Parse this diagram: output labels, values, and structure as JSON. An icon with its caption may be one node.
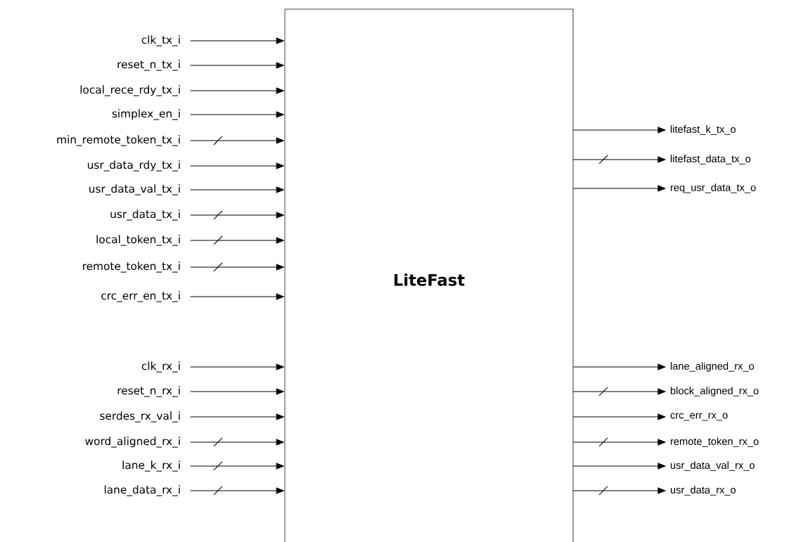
{
  "diagram": {
    "nodes": [
      {
        "text": [
          "LiteFast"
        ]
      },
      {
        "text": [
          "clk_tx_i"
        ]
      },
      {
        "text": [
          "reset_n_tx_i"
        ]
      },
      {
        "text": [
          "local_rece_rdy_tx_i"
        ]
      },
      {
        "text": [
          "simplex_en_i"
        ]
      },
      {
        "text": [
          "min_remote_token_tx_i"
        ]
      },
      {
        "text": [
          "usr_data_rdy_tx_i"
        ]
      },
      {
        "text": [
          "usr_data_val_tx_i"
        ]
      },
      {
        "text": [
          "usr_data_tx_i"
        ]
      },
      {
        "text": [
          "local_token_tx_i"
        ]
      },
      {
        "text": [
          "remote_token_tx_i"
        ]
      },
      {
        "text": [
          "crc_err_en_tx_i"
        ]
      },
      {
        "text": [
          "clk_rx_i"
        ]
      },
      {
        "text": [
          "reset_n_rx_i"
        ]
      },
      {
        "text": [
          "serdes_rx_val_i"
        ]
      },
      {
        "text": [
          "word_aligned_rx_i"
        ]
      },
      {
        "text": [
          "lane_k_rx_i"
        ]
      },
      {
        "text": [
          "lane_data_rx_i"
        ]
      },
      {
        "text": [
          "litefast_k_tx_o"
        ]
      },
      {
        "text": [
          "litefast_data_tx_o"
        ]
      },
      {
        "text": [
          "req_usr_data_tx_o"
        ]
      },
      {
        "text": [
          "lane_aligned_rx_o"
        ]
      },
      {
        "text": [
          "block_aligned_rx_o"
        ]
      },
      {
        "text": [
          "crc_err_rx_o"
        ]
      },
      {
        "text": [
          "remote_token_rx_o"
        ]
      },
      {
        "text": [
          "usr_data_val_rx_o"
        ]
      },
      {
        "text": [
          "usr_data_rx_o"
        ]
      }
    ],
    "edges": [
      {
        "from": 1,
        "to": 0,
        "arrow": "to"
      },
      {
        "from": 2,
        "to": 0,
        "arrow": "to"
      },
      {
        "from": 3,
        "to": 0,
        "arrow": "to"
      },
      {
        "from": 4,
        "to": 0,
        "arrow": "to"
      },
      {
        "from": 5,
        "to": 0,
        "arrow": "to"
      },
      {
        "from": 6,
        "to": 0,
        "arrow": "to"
      },
      {
        "from": 7,
        "to": 0,
        "arrow": "to"
      },
      {
        "from": 8,
        "to": 0,
        "arrow": "to"
      },
      {
        "from": 9,
        "to": 0,
        "arrow": "to"
      },
      {
        "from": 10,
        "to": 0,
        "arrow": "to"
      },
      {
        "from": 11,
        "to": 0,
        "arrow": "to"
      },
      {
        "from": 12,
        "to": 0,
        "arrow": "to"
      },
      {
        "from": 13,
        "to": 0,
        "arrow": "to"
      },
      {
        "from": 14,
        "to": 0,
        "arrow": "to"
      },
      {
        "from": 15,
        "to": 0,
        "arrow": "to"
      },
      {
        "from": 16,
        "to": 0,
        "arrow": "to"
      },
      {
        "from": 17,
        "to": 0,
        "arrow": "to"
      },
      {
        "from": 0,
        "to": 18,
        "arrow": "to"
      },
      {
        "from": 0,
        "to": 19,
        "arrow": "to"
      },
      {
        "from": 0,
        "to": 20,
        "arrow": "to"
      },
      {
        "from": 0,
        "to": 21,
        "arrow": "to"
      },
      {
        "from": 0,
        "to": 22,
        "arrow": "to"
      },
      {
        "from": 0,
        "to": 23,
        "arrow": "to"
      },
      {
        "from": 0,
        "to": 24,
        "arrow": "to"
      },
      {
        "from": 0,
        "to": 25,
        "arrow": "to"
      },
      {
        "from": 0,
        "to": 26,
        "arrow": "to"
      }
    ]
  }
}
